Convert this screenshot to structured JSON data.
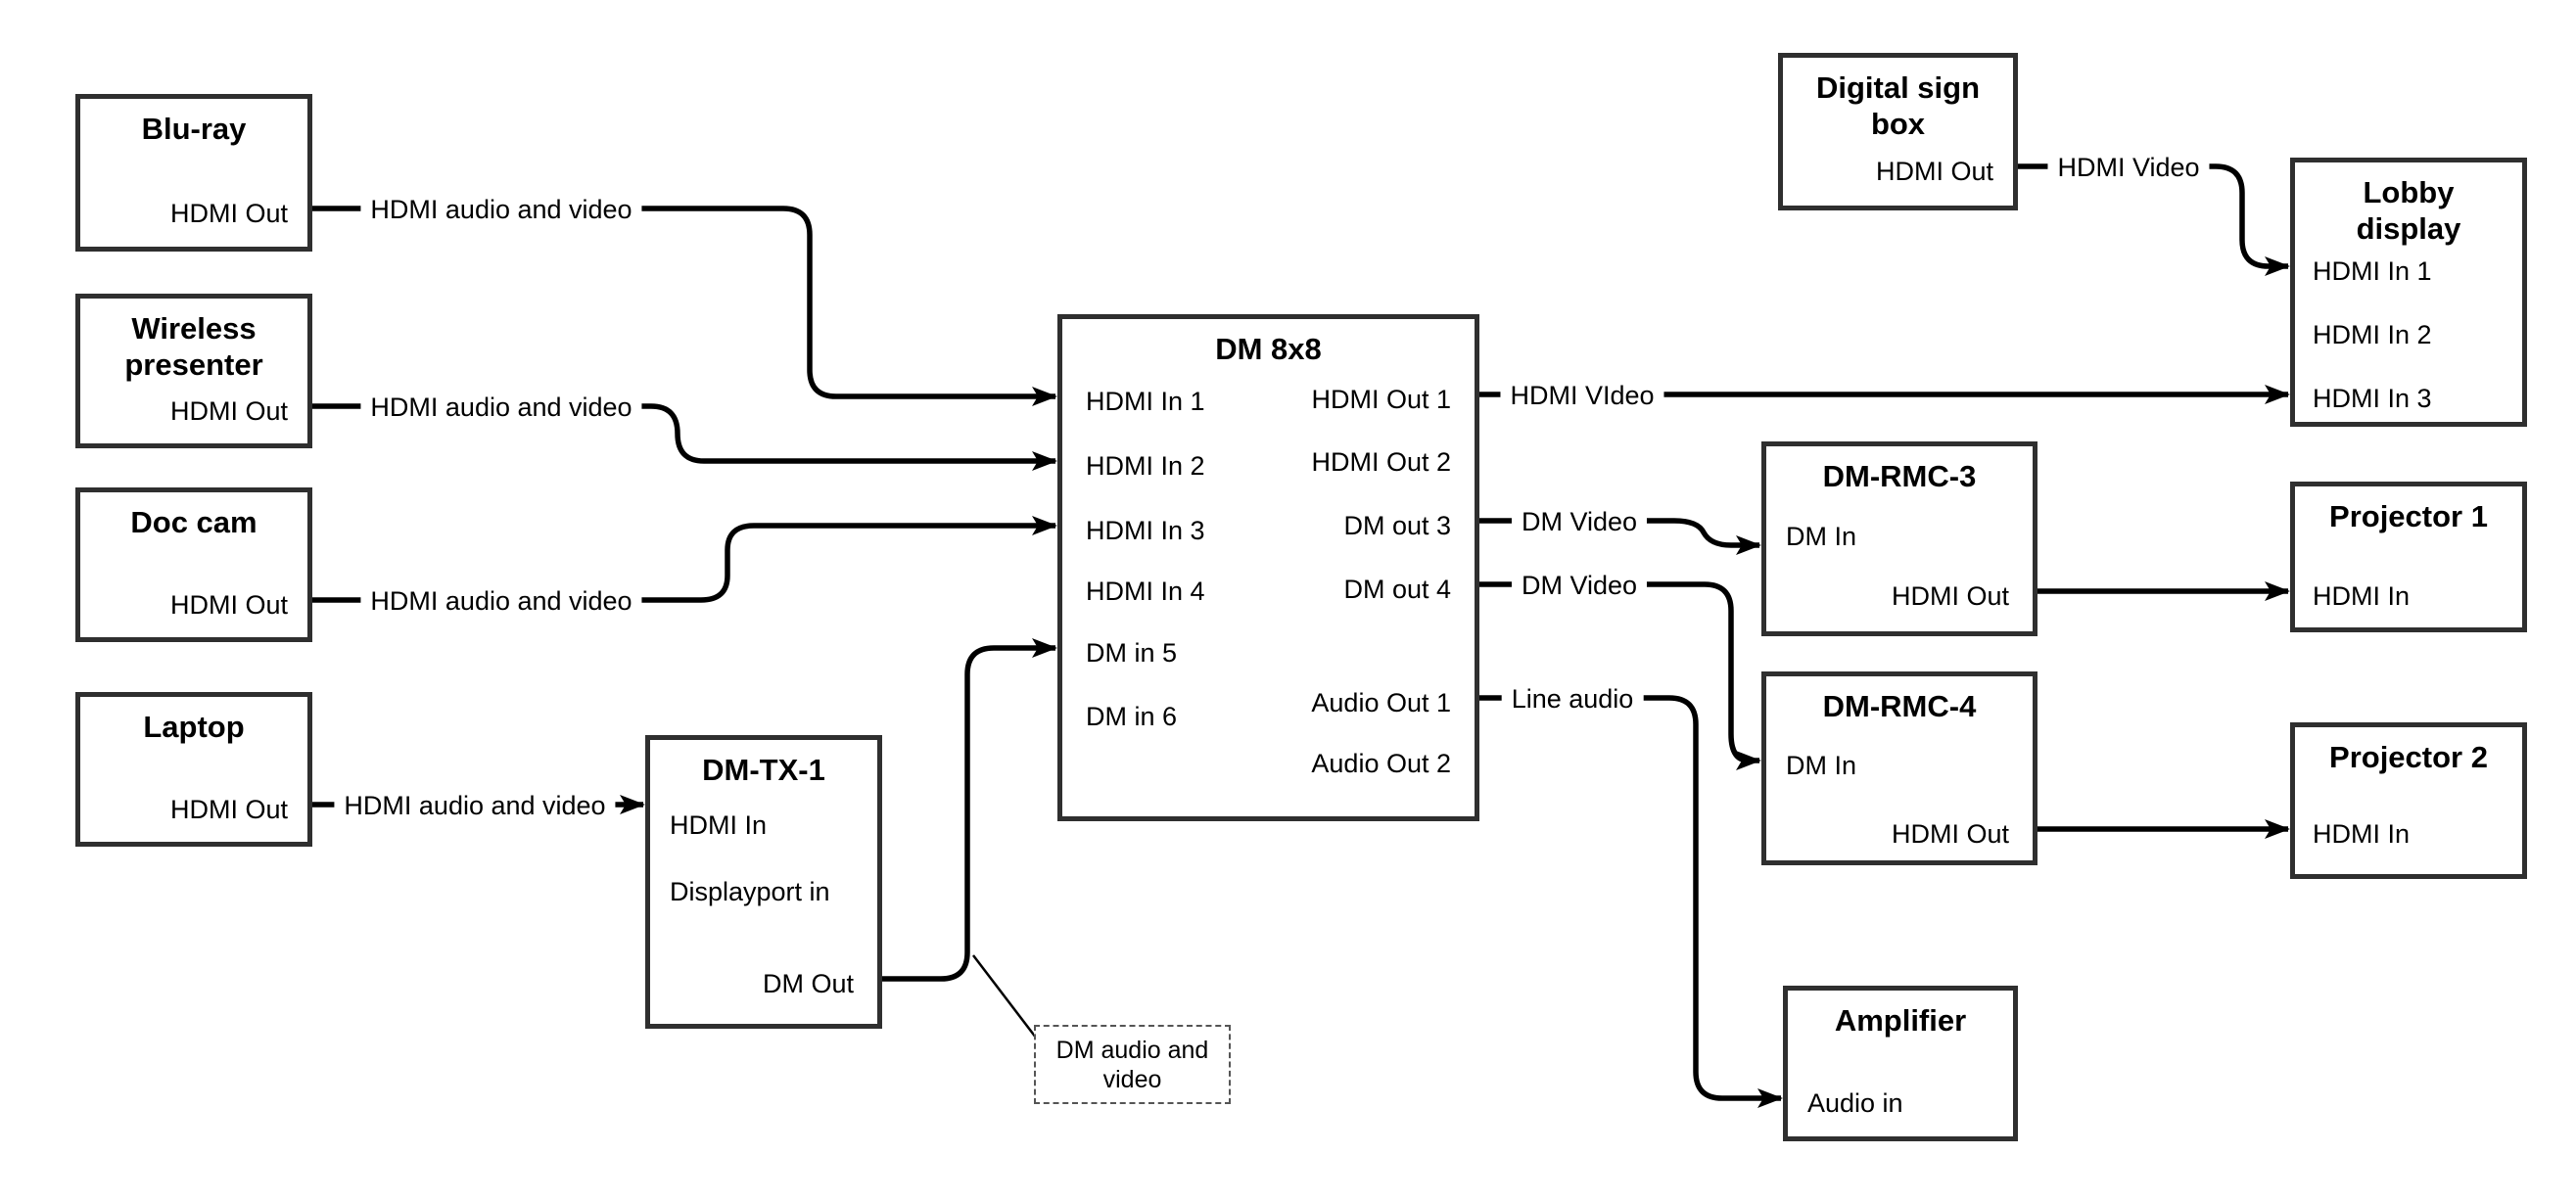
{
  "diagram": {
    "background": "#ffffff",
    "box_border_color": "#2f2f2f",
    "wire_color": "#000000",
    "note_border_color": "#555555"
  },
  "nodes": {
    "bluray": {
      "title": "Blu-ray",
      "ports": {
        "hdmi_out": "HDMI Out"
      }
    },
    "wireless": {
      "title": "Wireless presenter",
      "ports": {
        "hdmi_out": "HDMI Out"
      }
    },
    "doccam": {
      "title": "Doc cam",
      "ports": {
        "hdmi_out": "HDMI Out"
      }
    },
    "laptop": {
      "title": "Laptop",
      "ports": {
        "hdmi_out": "HDMI Out"
      }
    },
    "dmtx1": {
      "title": "DM-TX-1",
      "ports": {
        "hdmi_in": "HDMI In",
        "dp_in": "Displayport in",
        "dm_out": "DM Out"
      }
    },
    "dm8x8": {
      "title": "DM 8x8",
      "ports": {
        "in1": "HDMI In 1",
        "in2": "HDMI In 2",
        "in3": "HDMI In 3",
        "in4": "HDMI In 4",
        "in5": "DM in 5",
        "in6": "DM in 6",
        "out1": "HDMI Out 1",
        "out2": "HDMI Out 2",
        "out3": "DM out 3",
        "out4": "DM out 4",
        "aout1": "Audio Out 1",
        "aout2": "Audio Out 2"
      }
    },
    "digitalsign": {
      "title": "Digital sign box",
      "ports": {
        "hdmi_out": "HDMI Out"
      }
    },
    "lobby": {
      "title": "Lobby display",
      "ports": {
        "in1": "HDMI In 1",
        "in2": "HDMI In 2",
        "in3": "HDMI In 3"
      }
    },
    "dmrmc3": {
      "title": "DM-RMC-3",
      "ports": {
        "dm_in": "DM In",
        "hdmi_out": "HDMI Out"
      }
    },
    "proj1": {
      "title": "Projector 1",
      "ports": {
        "hdmi_in": "HDMI In"
      }
    },
    "dmrmc4": {
      "title": "DM-RMC-4",
      "ports": {
        "dm_in": "DM In",
        "hdmi_out": "HDMI Out"
      }
    },
    "proj2": {
      "title": "Projector 2",
      "ports": {
        "hdmi_in": "HDMI In"
      }
    },
    "amplifier": {
      "title": "Amplifier",
      "ports": {
        "audio_in": "Audio in"
      }
    }
  },
  "wire_labels": {
    "bluray_to_dm": "HDMI audio and video",
    "wireless_to_dm": "HDMI audio and video",
    "doccam_to_dm": "HDMI audio and video",
    "laptop_to_tx": "HDMI audio and video",
    "out1_to_lobby": "HDMI VIdeo",
    "sign_to_lobby": "HDMI Video",
    "out3_to_rmc3": "DM Video",
    "out4_to_rmc4": "DM Video",
    "aout1_to_amp": "Line audio"
  },
  "note": {
    "text": "DM audio and video"
  }
}
